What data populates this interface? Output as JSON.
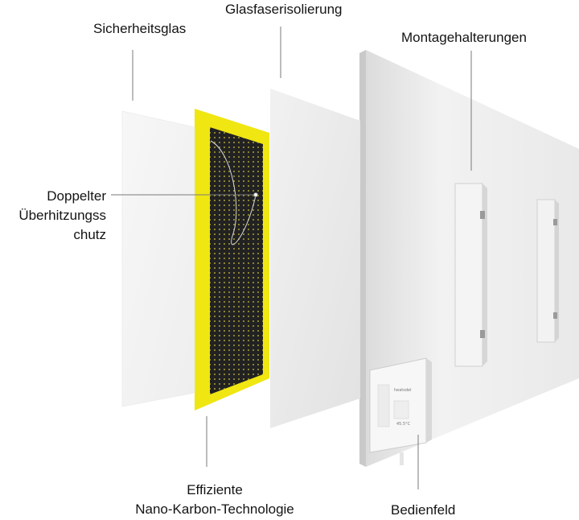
{
  "labels": {
    "sicherheitsglas": "Sicherheitsglas",
    "glasfaser": "Glasfaserisolierung",
    "montage": "Montagehalterungen",
    "doppelter": "Doppelter\nÜberhitzungss\nchutz",
    "effiziente": "Effiziente\nNano-Karbon-Technologie",
    "bedienfeld": "Bedienfeld"
  },
  "control_box": {
    "brand": "heatsdel",
    "reading": "45.5°C"
  },
  "colors": {
    "yellow_frame": "#f0e612",
    "carbon": "#222222",
    "dots": "#d2c83a",
    "line": "#7a7a7a"
  }
}
